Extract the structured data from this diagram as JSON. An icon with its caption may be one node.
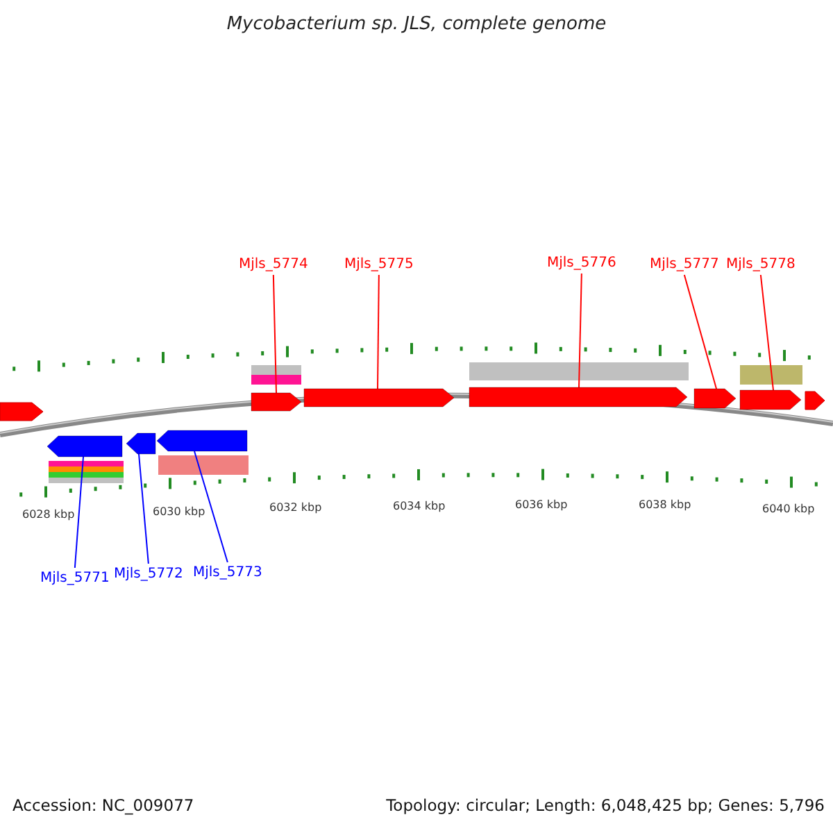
{
  "diagram": {
    "title": "Mycobacterium sp. JLS, complete genome",
    "nodes": [
      {
        "text": [
          "Mjls_5774"
        ]
      },
      {
        "text": [
          "Mjls_5775"
        ]
      },
      {
        "text": [
          "Mjls_5776"
        ]
      },
      {
        "text": [
          "Mjls_5777"
        ]
      },
      {
        "text": [
          "Mjls_5778"
        ]
      },
      {
        "text": [],
        "shape": "arrow"
      },
      {
        "text": [],
        "shape": "arrow"
      },
      {
        "text": [],
        "shape": "arrow"
      },
      {
        "text": [],
        "shape": "arrow"
      },
      {
        "text": [],
        "shape": "arrow"
      },
      {
        "text": [],
        "shape": "arrow"
      },
      {
        "text": [],
        "shape": "arrow"
      },
      {
        "text": [],
        "shape": "arrow"
      },
      {
        "text": [
          "Mjls_5771"
        ]
      },
      {
        "text": [
          "Mjls_5772"
        ]
      },
      {
        "text": [
          "Mjls_5773"
        ]
      }
    ],
    "edges": [
      {
        "from": 0,
        "to": 8,
        "arrow": "none"
      },
      {
        "from": 1,
        "to": 9,
        "arrow": "none"
      },
      {
        "from": 2,
        "to": 10,
        "arrow": "none"
      },
      {
        "from": 3,
        "to": 11,
        "arrow": "none"
      },
      {
        "from": 4,
        "to": 12,
        "arrow": "none"
      },
      {
        "from": 13,
        "to": 5,
        "arrow": "none",
        "color": "#0000ff"
      },
      {
        "from": 14,
        "to": 6,
        "arrow": "none",
        "color": "#0000ff"
      },
      {
        "from": 15,
        "to": 7,
        "arrow": "none",
        "color": "#0000ff"
      }
    ],
    "labels": [
      "6028 kbp",
      "6030 kbp",
      "6032 kbp",
      "6034 kbp",
      "6036 kbp",
      "6038 kbp",
      "6040 kbp",
      "Accession: NC_009077",
      "Topology: circular; Length: 6,048,425 bp; Genes: 5,796"
    ]
  }
}
